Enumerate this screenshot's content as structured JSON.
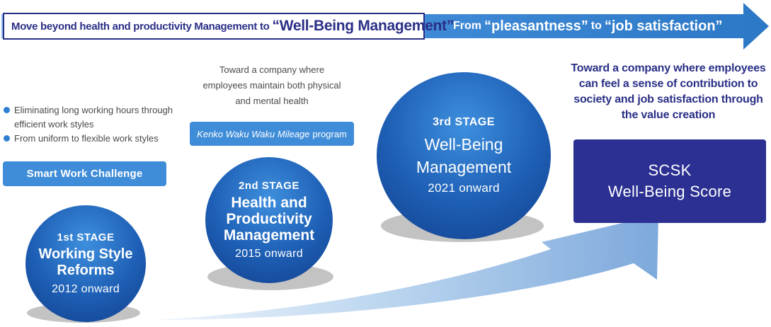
{
  "header": {
    "left_prefix": "Move beyond health and productivity Management to",
    "left_emphasis": "“Well-Being Management”",
    "right_from": "From",
    "right_pleasantness": "“pleasantness”",
    "right_to": "to",
    "right_job_satisfaction": "“job satisfaction”"
  },
  "stage1": {
    "bullets": [
      "Eliminating long working hours through efficient work styles",
      "From uniform to flexible work styles"
    ],
    "program": "Smart Work Challenge",
    "stage_label": "1st STAGE",
    "name_line1": "Working Style",
    "name_line2": "Reforms",
    "year": "2012 onward"
  },
  "stage2": {
    "note_line1": "Toward a company where",
    "note_line2": "employees maintain both physical",
    "note_line3": "and mental health",
    "program_italic": "Kenko Waku Waku Mileage",
    "program_suffix": "program",
    "stage_label": "2nd STAGE",
    "name_line1": "Health and",
    "name_line2": "Productivity",
    "name_line3": "Management",
    "year": "2015 onward"
  },
  "stage3": {
    "stage_label": "3rd STAGE",
    "name_line1": "Well-Being",
    "name_line2": "Management",
    "year": "2021 onward"
  },
  "goal": {
    "line1": "Toward a company where employees",
    "line2": "can feel a sense of contribution to",
    "line3": "society and job satisfaction through",
    "line4": "the value creation",
    "score_line1": "SCSK",
    "score_line2": "Well-Being Score"
  },
  "colors": {
    "navy": "#2a2f86",
    "top_arrow": "#3a85d2",
    "circle_blue": "#1d5eb4",
    "pill_blue": "#3f8dd8",
    "score_box": "#2b3092"
  }
}
